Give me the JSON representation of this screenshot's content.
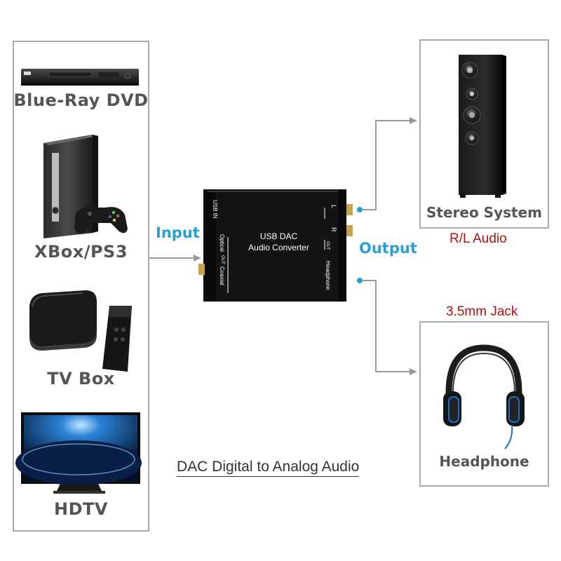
{
  "colors": {
    "panel_border": "#a9a9a9",
    "label_gray": "#555555",
    "accent_blue": "#2a9fd6",
    "accent_red": "#b01010",
    "arrow_gray": "#9a9a9a",
    "converter_body": "#141414"
  },
  "sources": [
    {
      "label": "Blue-Ray DVD",
      "icon": "dvd-player-icon"
    },
    {
      "label": "XBox/PS3",
      "icon": "game-console-icon"
    },
    {
      "label": "TV Box",
      "icon": "tv-box-icon"
    },
    {
      "label": "HDTV",
      "icon": "hdtv-icon"
    }
  ],
  "input_label": "Input",
  "output_label": "Output",
  "converter": {
    "title_line1": "USB DAC",
    "title_line2": "Audio Converter",
    "port_usb_in": "USB IN",
    "port_optical": "Optical",
    "port_coaxial": "Coaxial",
    "port_out_left": "OUT",
    "port_l": "L",
    "port_r": "R",
    "port_out_right": "OUT",
    "port_headphone": "Headphone"
  },
  "outputs": {
    "stereo": {
      "label": "Stereo System",
      "sublabel": "R/L Audio",
      "icon": "speaker-tower-icon"
    },
    "headphone": {
      "label": "Headphone",
      "toplabel": "3.5mm Jack",
      "icon": "headphones-icon"
    }
  },
  "caption": "DAC Digital to Analog Audio"
}
